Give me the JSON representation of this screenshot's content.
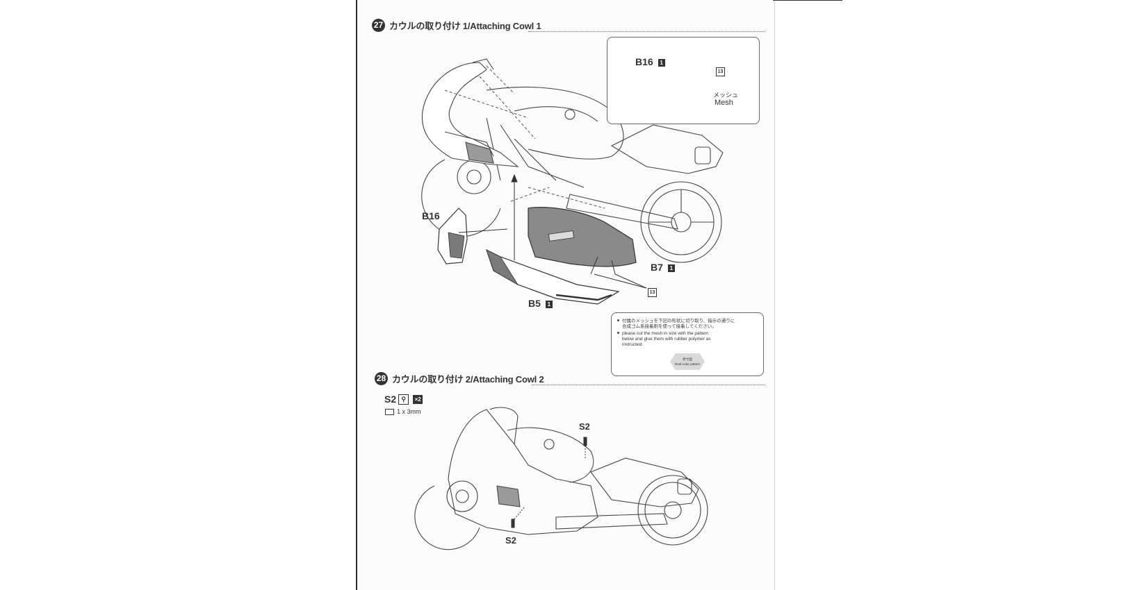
{
  "step27": {
    "number": "27",
    "title": "カウルの取り付け 1/Attaching Cowl 1",
    "labels": {
      "b16": "B16",
      "b7": "B7",
      "b5": "B5",
      "sq": "1",
      "part13": "13"
    },
    "detail": {
      "part": "B16",
      "sq": "1",
      "num": "13",
      "mesh_jp": "メッシュ",
      "mesh_en": "Mesh"
    },
    "note": {
      "jp_line1": "付属のメッシュを下記の形状に切り取り、指示の通りに",
      "jp_line2": "合成ゴム系接着剤を使って接着してください。",
      "en_line1": "please cut the mesh in size with the pattern",
      "en_line2": "below and glue them with rubber polymer as",
      "en_line3": "instructed.",
      "pattern_jp": "原寸図",
      "pattern_en": "Real scale pattern"
    }
  },
  "step28": {
    "number": "28",
    "title": "カウルの取り付け 2/Attaching Cowl 2",
    "screw": "S2",
    "multiplier": "×2",
    "screw_size": "1 x 3mm",
    "label_top": "S2",
    "label_bottom": "S2"
  },
  "colors": {
    "ink": "#333333",
    "part_fill": "#7d7d7d",
    "page": "#fbfbfb"
  }
}
